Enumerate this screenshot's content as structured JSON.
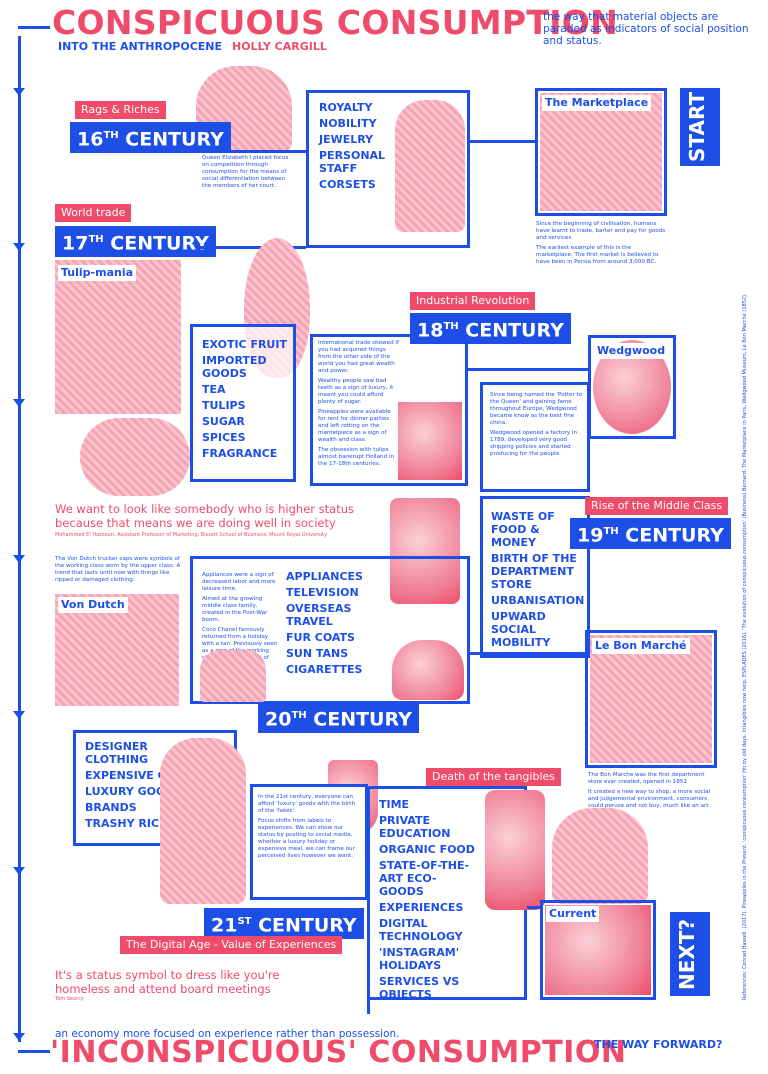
{
  "header": {
    "title": "CONSPICUOUS CONSUMPTION",
    "definition": "the way that material objects are paraded as indicators of social position and status.",
    "subtitle": "INTO THE ANTHROPOCENE",
    "author": "HOLLY CARGILL"
  },
  "start": "START",
  "next": "NEXT?",
  "marketplace": {
    "label": "The Marketplace",
    "p1": "Since the beginning of civilisation, humans have learnt to trade, barter and pay for goods and services.",
    "p2": "The earliest example of this is the marketplace. The first market is believed to have been in Persia from around 3,000 BC."
  },
  "c16": {
    "tag": "Rags & Riches",
    "num": "16",
    "sup": "TH",
    "word": " CENTURY",
    "text": "Queen Elizabeth I placed focus on competition through consumption for the means of social differentiation between the members of her court.",
    "list": [
      "ROYALTY",
      "NOBILITY",
      "JEWELRY",
      "PERSONAL STAFF",
      "CORSETS"
    ]
  },
  "c17": {
    "tag": "World trade",
    "num": "17",
    "sup": "TH",
    "word": " CENTURY",
    "img": "Tulip-mania",
    "list": [
      "EXOTIC FRUIT",
      "IMPORTED GOODS",
      "TEA",
      "TULIPS",
      "SUGAR",
      "SPICES",
      "FRAGRANCE"
    ],
    "p1": "International trade showed if you had acquired things from the other side of the world you had great wealth and power.",
    "p2": "Wealthy people saw bad teeth as a sign of luxury, it meant you could afford plenty of sugar.",
    "p3": "Pineapples were available for rent for dinner parties and left rotting on the mantelpiece as a sign of wealth and class.",
    "p4": "The obsession with tulips almost bankrupt Holland in the 17-18th centuries."
  },
  "c18": {
    "tag": "Industrial Revolution",
    "num": "18",
    "sup": "TH",
    "word": " CENTURY",
    "img": "Wedgwood",
    "p1": "Since being named the 'Potter to the Queen' and gaining fame throughout Europe, Wedgwood became know as the best fine china.",
    "p2": "Wedgwood opened a factory in 1789, developed very good shipping policies and started producing for the people."
  },
  "quote1": {
    "text": "We want to look like somebody who is higher status because that means we are doing well in society",
    "source": "Mohammed El Hazzouri, Assistant Professor of Marketing, Bissett School of Business, Mount Royal University"
  },
  "c19": {
    "tag": "Rise of the Middle Class",
    "num": "19",
    "sup": "TH",
    "word": " CENTURY",
    "img": "Le Bon Marché",
    "list": [
      "WASTE OF FOOD & MONEY",
      "BIRTH OF THE DEPARTMENT STORE",
      "URBANISATION",
      "UPWARD SOCIAL MOBILITY"
    ],
    "p1": "The Bon Marche was the first department store ever created, opened in 1852",
    "p2": "It created a new way to shop, a more social and judgemental environment, consumers could peruse and not buy, much like an art gallery."
  },
  "vondutch": {
    "label": "Von Dutch",
    "text": "The Von Dutch trucker caps were symbols of the working class worn by the upper class. A trend that lasts until now with things like ripped or damaged clothing."
  },
  "c20": {
    "num": "20",
    "sup": "TH",
    "word": " CENTURY",
    "p1": "Appliances were a sign of decreased labor and more leisure time.",
    "p2": "Aimed at the growing middle class family, created in the Post-War boom.",
    "p3": "Coco Chanel famously returned from a holiday with a tan. Previously seen as a sign of the working class, now significant of luxury.",
    "list": [
      "APPLIANCES",
      "TELEVISION",
      "OVERSEAS TRAVEL",
      "FUR COATS",
      "SUN TANS",
      "CIGARETTES"
    ]
  },
  "c21": {
    "tag": "The Digital Age - Value of Experiences",
    "tag2": "Death of the tangibles",
    "num": "21",
    "sup": "ST",
    "word": " CENTURY",
    "img": "Current",
    "list1": [
      "DESIGNER CLOTHING",
      "EXPENSIVE CARS",
      "LUXURY GOODS",
      "BRANDS",
      "TRASHY RICH"
    ],
    "p1": "In the 21st century, everyone can afford 'luxury' goods with the birth of the 'fakes'.",
    "p2": "Focus shifts from labels to experiences. We can show our status by posting to social media, whether a luxury holiday or expensive meal, we can frame our perceived lives however we want.",
    "list2": [
      "TIME",
      "PRIVATE EDUCATION",
      "ORGANIC FOOD",
      "STATE-OF-THE-ART ECO-GOODS",
      "EXPERIENCES",
      "DIGITAL TECHNOLOGY",
      "'INSTAGRAM' HOLIDAYS",
      "SERVICES VS OBJECTS"
    ]
  },
  "quote2": {
    "text": "It's a status symbol to dress like you're homeless and attend board meetings",
    "source": "Tom Searcy"
  },
  "footer": {
    "pre": "an economy more focused on experience rather than possession.",
    "title": "'INCONSPICUOUS' CONSUMPTION",
    "post": "THE WAY FORWARD?"
  },
  "references": "References: Conrad Hassell. (2017). Pineapples in the Present. 'conspicuous consumption' Hit by old days. Intangibles now help. ESPLADES (2016), 'The evolution of conspicuous consumption' (Business) Bernard. The Marketplace in Paris, Wedgwood Museum, Le Bon Marché (1852)."
}
